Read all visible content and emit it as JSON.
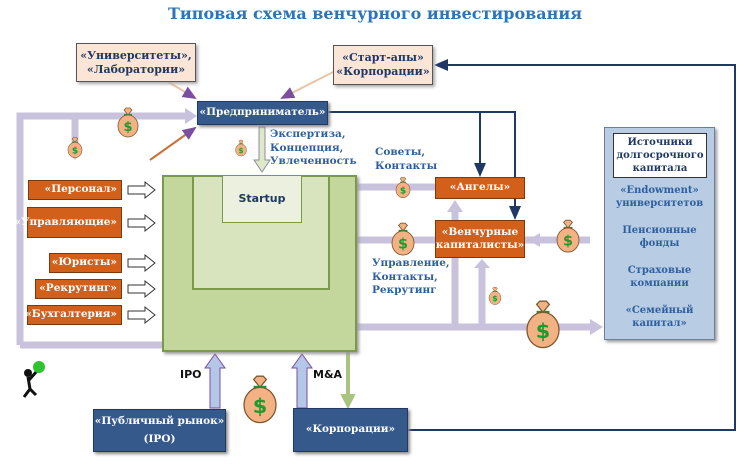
{
  "title": "Типовая схема венчурного инвестирования",
  "nodes": {
    "universities": "«Университеты»,\n«Лаборатории»",
    "startups_corps": "«Старт-апы»\n«Корпорации»",
    "entrepreneur": "«Предприниматель»",
    "startup": "Startup",
    "angels": "«Ангелы»",
    "vc": "«Венчурные\nкапиталисты»",
    "public_market": "«Публичный рынок»\n(IPO)",
    "corporations": "«Корпорации»",
    "staff": [
      "«Персонал»",
      "«Управляющие»",
      "«Юристы»",
      "«Рекрутинг»",
      "«Бухгалтерия»"
    ],
    "sources": {
      "header": "Источники долгосрочного капитала",
      "items": [
        "«Endowment» университетов",
        "Пенсионные фонды",
        "Страховые компании",
        "«Семейный капитал»"
      ]
    }
  },
  "labels": {
    "expertise": "Экспертиза,\nКонцепция,\nУвлеченность",
    "advice": "Советы,\nКонтакты",
    "management": "Управление,\nКонтакты,\nРекрутинг",
    "ipo": "IPO",
    "ma": "M&A"
  },
  "colors": {
    "title": "#2e75b6",
    "navy": "#36598c",
    "orange": "#d2601a",
    "green": "#c3d69b",
    "lavender": "#c9c2dc",
    "sources": "#b8cce4"
  },
  "icons": [
    "money-bag-icon",
    "person-carrying-money-icon"
  ]
}
